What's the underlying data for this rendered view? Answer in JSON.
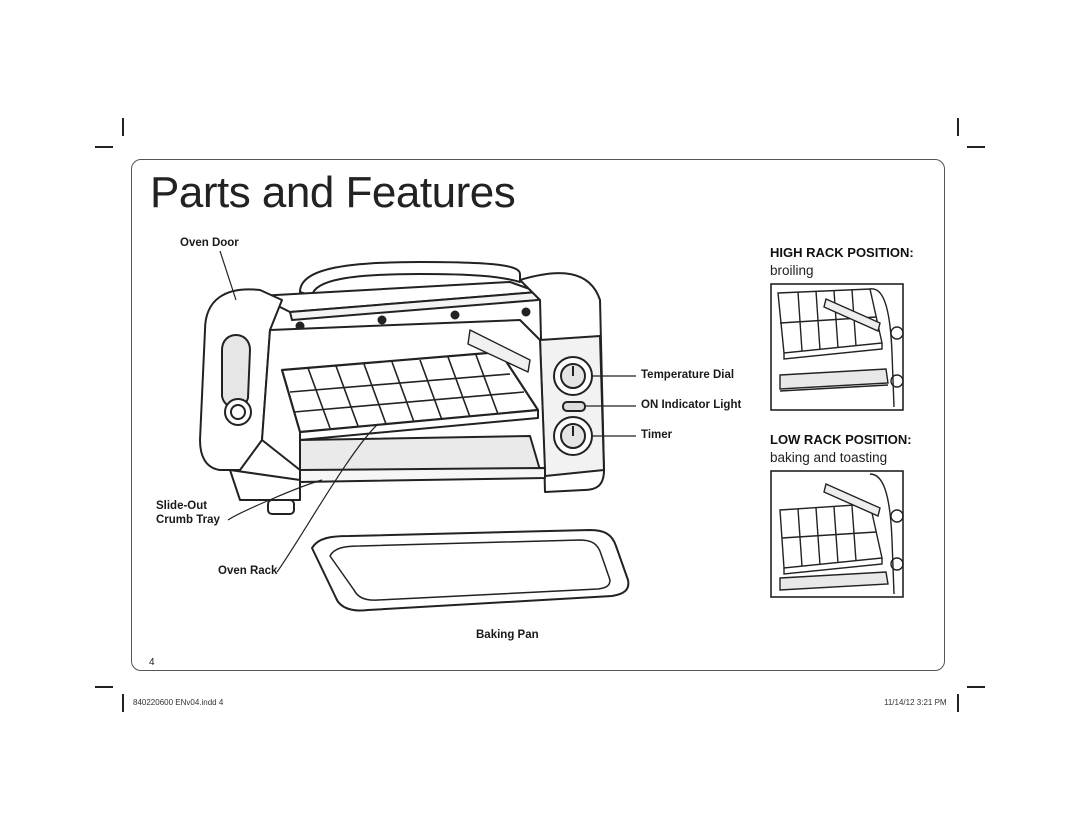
{
  "page": {
    "title": "Parts and Features",
    "page_number": "4"
  },
  "callouts": {
    "oven_door": "Oven Door",
    "temperature_dial": "Temperature Dial",
    "on_indicator_light": "ON Indicator Light",
    "timer": "Timer",
    "slide_out": "Slide-Out",
    "crumb_tray": "Crumb Tray",
    "oven_rack": "Oven Rack",
    "baking_pan": "Baking Pan"
  },
  "rack_positions": {
    "high": {
      "heading": "HIGH RACK POSITION:",
      "use": "broiling"
    },
    "low": {
      "heading": "LOW RACK POSITION:",
      "use": "baking and toasting"
    }
  },
  "print_slug": {
    "file": "840220600 ENv04.indd   4",
    "date": "11/14/12   3:21 PM"
  }
}
